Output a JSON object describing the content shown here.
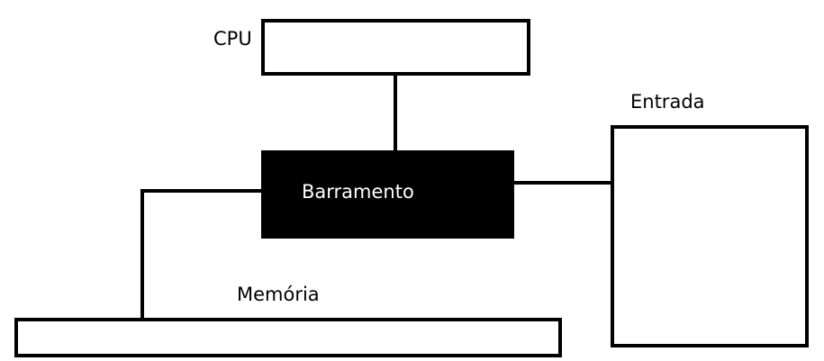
{
  "diagram": {
    "cpu_label": "CPU",
    "bus_label": "Barramento",
    "input_label": "Entrada",
    "memory_label": "Memória"
  },
  "colors": {
    "stroke": "#000000",
    "bus_fill": "#000000",
    "bus_text": "#ffffff",
    "background": "#ffffff"
  }
}
